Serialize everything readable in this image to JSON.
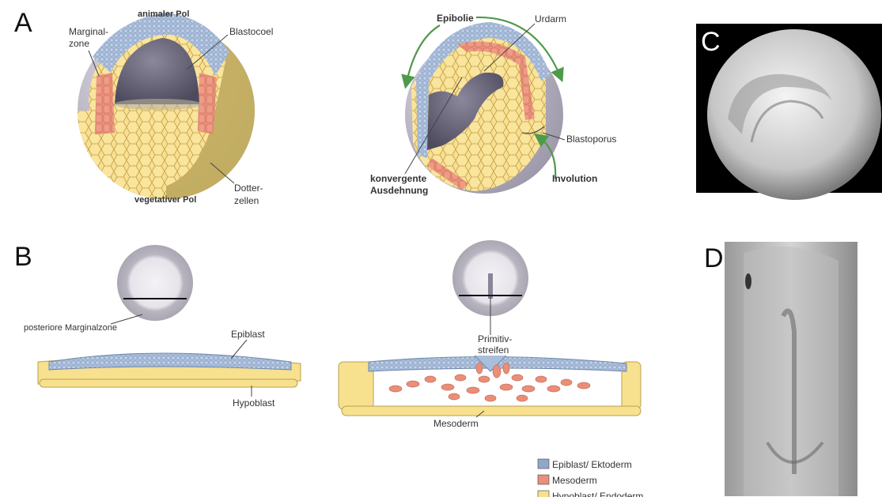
{
  "panels": {
    "a": {
      "letter": "A"
    },
    "b": {
      "letter": "B"
    },
    "c": {
      "letter": "C"
    },
    "d": {
      "letter": "D"
    }
  },
  "labels": {
    "animal_pole": "animaler Pol",
    "marginal_zone_line1": "Marginal-",
    "marginal_zone_line2": "zone",
    "blastocoel": "Blastocoel",
    "vegetal_pole": "vegetativer Pol",
    "yolk_cells_line1": "Dotter-",
    "yolk_cells_line2": "zellen",
    "epiboly": "Epibolie",
    "archenteron": "Urdarm",
    "blastopore": "Blastoporus",
    "convergent_line1": "konvergente",
    "convergent_line2": "Ausdehnung",
    "involution": "Involution",
    "posterior_marginal_zone": "posteriore Marginalzone",
    "epiblast": "Epiblast",
    "hypoblast": "Hypoblast",
    "primitive_streak_line1": "Primitiv-",
    "primitive_streak_line2": "streifen",
    "mesoderm": "Mesoderm"
  },
  "legend": [
    {
      "label": "Epiblast/ Ektoderm",
      "color": "#8fa8c8"
    },
    {
      "label": "Mesoderm",
      "color": "#e8907c"
    },
    {
      "label": "Hypoblast/ Endoderm",
      "color": "#f7e08e"
    }
  ],
  "colors": {
    "ectoderm": "#9db4d4",
    "mesoderm": "#e8907c",
    "endoderm": "#f7e08e",
    "cavity": "#6e6a7e",
    "epiboly_arrow": "#4f9a4a"
  }
}
